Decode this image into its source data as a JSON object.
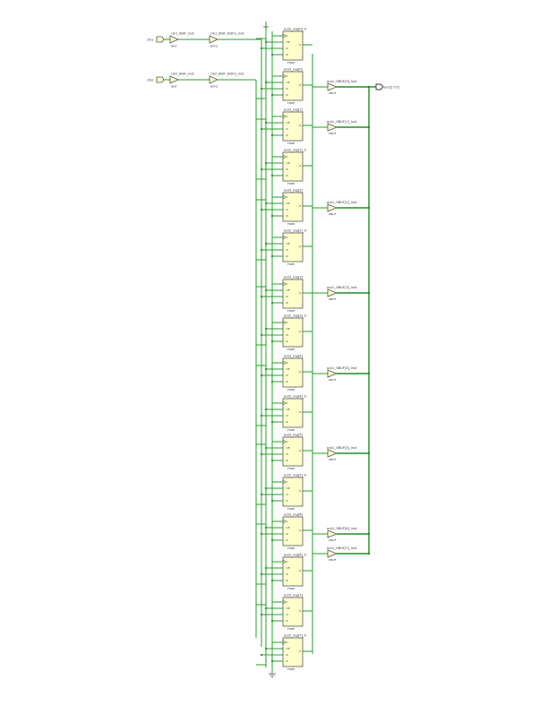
{
  "ports": {
    "in1": "clk1",
    "in2": "clk2",
    "out": "out1[7:0]"
  },
  "clock_buffers": [
    {
      "ibuf": "clk1_IBUF_inst",
      "ibuf_type": "IBUF",
      "bufg": "clk1_IBUF_BUFG_inst",
      "bufg_type": "BUFG"
    },
    {
      "ibuf": "clk2_IBUF_inst",
      "ibuf_type": "IBUF",
      "bufg": "clk2_IBUF_BUFG_inst",
      "bufg_type": "BUFG"
    }
  ],
  "registers": [
    {
      "name": "out2_reg[0]_0",
      "type": "FDRE"
    },
    {
      "name": "out3_reg[0]",
      "type": "FDRE"
    },
    {
      "name": "out3_reg[1]",
      "type": "FDRE"
    },
    {
      "name": "out2_reg[1]_0",
      "type": "FDRE"
    },
    {
      "name": "out3_reg[2]",
      "type": "FDRE"
    },
    {
      "name": "out2_reg[2]_0",
      "type": "FDRE"
    },
    {
      "name": "out3_reg[3]",
      "type": "FDRE"
    },
    {
      "name": "out2_reg[3]_0",
      "type": "FDRE"
    },
    {
      "name": "out3_reg[4]",
      "type": "FDRE"
    },
    {
      "name": "out2_reg[4]_0",
      "type": "FDRE"
    },
    {
      "name": "out3_reg[5]",
      "type": "FDRE"
    },
    {
      "name": "out2_reg[5]_0",
      "type": "FDRE"
    },
    {
      "name": "out3_reg[6]",
      "type": "FDRE"
    },
    {
      "name": "out2_reg[6]_0",
      "type": "FDRE"
    },
    {
      "name": "out3_reg[7]",
      "type": "FDRE"
    },
    {
      "name": "out2_reg[7]_0",
      "type": "FDRE"
    }
  ],
  "ff_pins": [
    "C",
    "CE",
    "D",
    "R",
    "Q"
  ],
  "obufs": [
    {
      "name": "out1_OBUF[0]_inst",
      "type": "OBUF"
    },
    {
      "name": "out1_OBUF[1]_inst",
      "type": "OBUF"
    },
    {
      "name": "out1_OBUF[2]_inst",
      "type": "OBUF"
    },
    {
      "name": "out1_OBUF[3]_inst",
      "type": "OBUF"
    },
    {
      "name": "out1_OBUF[4]_inst",
      "type": "OBUF"
    },
    {
      "name": "out1_OBUF[5]_inst",
      "type": "OBUF"
    },
    {
      "name": "out1_OBUF[6]_inst",
      "type": "OBUF"
    },
    {
      "name": "out1_OBUF[7]_inst",
      "type": "OBUF"
    }
  ],
  "buffer_pins": {
    "in": "I",
    "out": "O"
  }
}
